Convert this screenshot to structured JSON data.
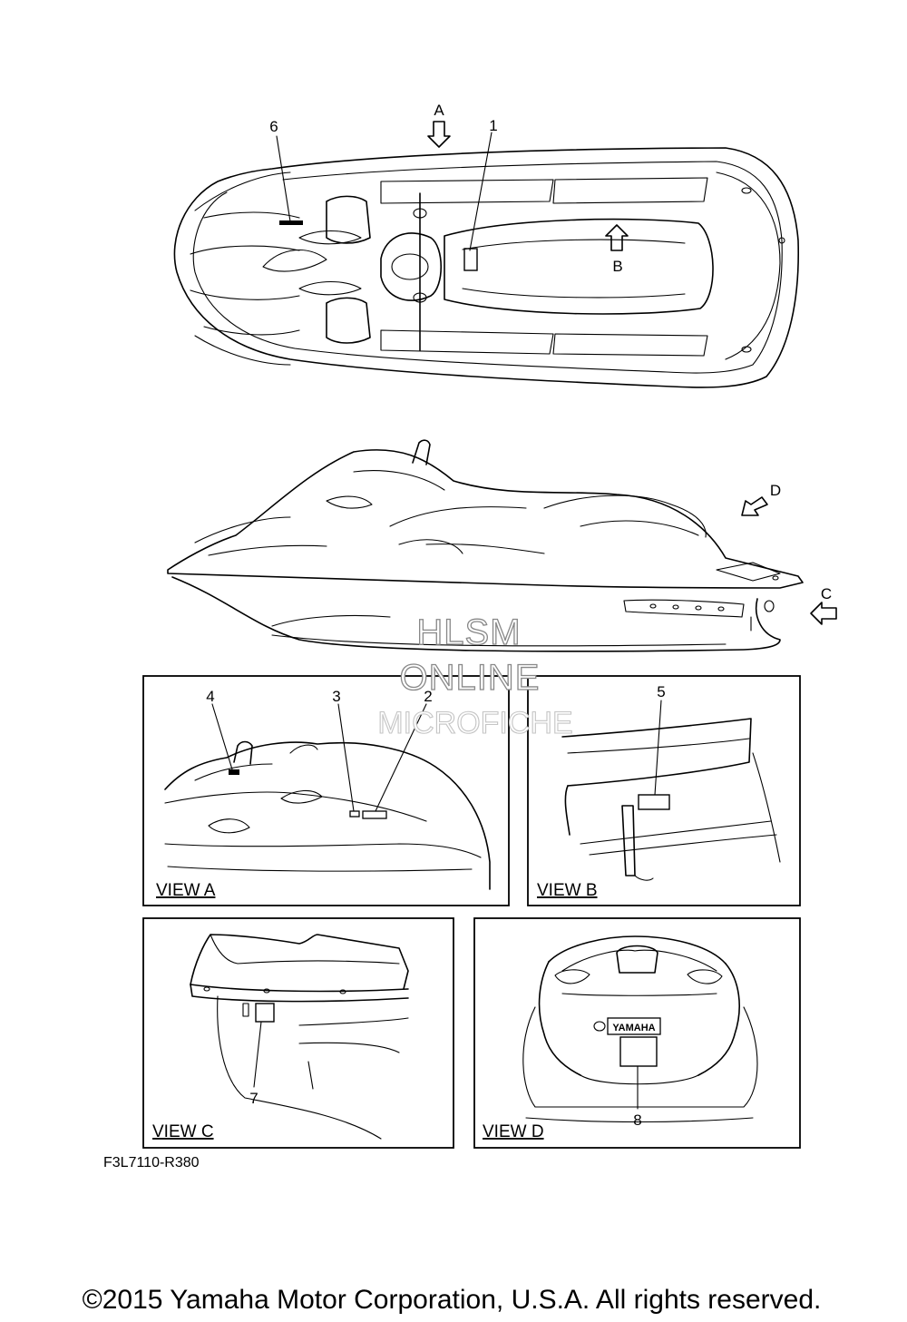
{
  "view_arrows": {
    "a": "A",
    "b": "B",
    "c": "C",
    "d": "D"
  },
  "callouts": [
    "1",
    "2",
    "3",
    "4",
    "5",
    "6",
    "7",
    "8"
  ],
  "views": {
    "a": "VIEW A",
    "b": "VIEW B",
    "c": "VIEW C",
    "d": "VIEW D"
  },
  "brand_badge": "YAMAHA",
  "part_code": "F3L7110-R380",
  "watermark": [
    "HLSM",
    "ONLINE",
    "MICROFICHE"
  ],
  "copyright": "©2015 Yamaha Motor Corporation, U.S.A. All rights reserved."
}
